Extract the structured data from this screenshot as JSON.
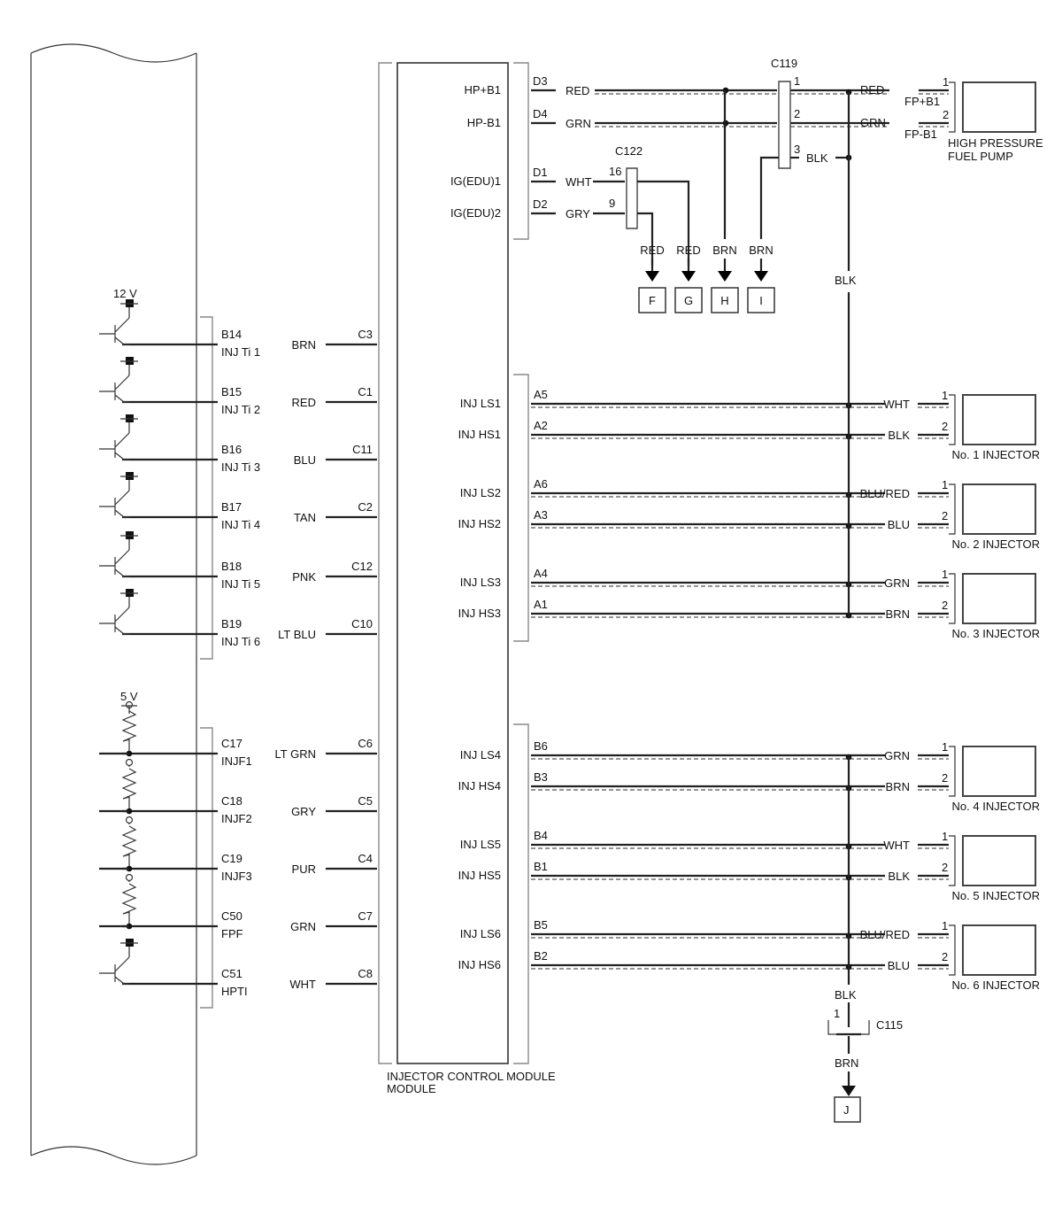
{
  "module": {
    "title": "INJECTOR CONTROL MODULE"
  },
  "pump": {
    "label": "HIGH PRESSURE FUEL PUMP"
  },
  "supply": {
    "v12": "12 V",
    "v5": "5 V"
  },
  "connectors": {
    "c119": "C119",
    "c122": "C122",
    "c115": "C115"
  },
  "left_circuits": [
    {
      "pin": "B14",
      "name": "INJ Ti 1",
      "color": "BRN",
      "icm_pin": "C3",
      "type": "switch"
    },
    {
      "pin": "B15",
      "name": "INJ Ti 2",
      "color": "RED",
      "icm_pin": "C1",
      "type": "switch"
    },
    {
      "pin": "B16",
      "name": "INJ Ti 3",
      "color": "BLU",
      "icm_pin": "C11",
      "type": "switch"
    },
    {
      "pin": "B17",
      "name": "INJ Ti 4",
      "color": "TAN",
      "icm_pin": "C2",
      "type": "switch"
    },
    {
      "pin": "B18",
      "name": "INJ Ti 5",
      "color": "PNK",
      "icm_pin": "C12",
      "type": "switch"
    },
    {
      "pin": "B19",
      "name": "INJ Ti 6",
      "color": "LT BLU",
      "icm_pin": "C10",
      "type": "switch"
    },
    {
      "pin": "C17",
      "name": "INJF1",
      "color": "LT GRN",
      "icm_pin": "C6",
      "type": "resistor"
    },
    {
      "pin": "C18",
      "name": "INJF2",
      "color": "GRY",
      "icm_pin": "C5",
      "type": "resistor"
    },
    {
      "pin": "C19",
      "name": "INJF3",
      "color": "PUR",
      "icm_pin": "C4",
      "type": "resistor"
    },
    {
      "pin": "C50",
      "name": "FPF",
      "color": "GRN",
      "icm_pin": "C7",
      "type": "resistor"
    },
    {
      "pin": "C51",
      "name": "HPTI",
      "color": "WHT",
      "icm_pin": "C8",
      "type": "switch"
    }
  ],
  "top_circuits": [
    {
      "name": "HP+B1",
      "pin": "D3",
      "color": "RED",
      "c119_pin": "1",
      "pump_color": "RED",
      "pump_pin": "1",
      "pump_name": "FP+B1"
    },
    {
      "name": "HP-B1",
      "pin": "D4",
      "color": "GRN",
      "c119_pin": "2",
      "pump_color": "GRN",
      "pump_pin": "2",
      "pump_name": "FP-B1"
    },
    {
      "name": "IG(EDU)1",
      "pin": "D1",
      "color": "WHT",
      "c122_pin": "16"
    },
    {
      "name": "IG(EDU)2",
      "pin": "D2",
      "color": "GRY",
      "c122_pin": "9"
    }
  ],
  "c119_pin3": {
    "pin": "3",
    "color": "BLK"
  },
  "outputs": [
    {
      "color": "RED",
      "dest": "F"
    },
    {
      "color": "RED",
      "dest": "G"
    },
    {
      "color": "BRN",
      "dest": "H"
    },
    {
      "color": "BRN",
      "dest": "I"
    }
  ],
  "bus": {
    "color_upper": "BLK",
    "color_lower": "BLK",
    "ground_color": "BRN",
    "ground_pin": "1",
    "ground_dest": "J"
  },
  "injectors": [
    {
      "label": "No. 1 INJECTOR",
      "ls": {
        "name": "INJ LS1",
        "pin": "A5",
        "color": "WHT"
      },
      "hs": {
        "name": "INJ HS1",
        "pin": "A2",
        "color": "BLK"
      }
    },
    {
      "label": "No. 2 INJECTOR",
      "ls": {
        "name": "INJ LS2",
        "pin": "A6",
        "color": "BLU/RED"
      },
      "hs": {
        "name": "INJ HS2",
        "pin": "A3",
        "color": "BLU"
      }
    },
    {
      "label": "No. 3 INJECTOR",
      "ls": {
        "name": "INJ LS3",
        "pin": "A4",
        "color": "GRN"
      },
      "hs": {
        "name": "INJ HS3",
        "pin": "A1",
        "color": "BRN"
      }
    },
    {
      "label": "No. 4 INJECTOR",
      "ls": {
        "name": "INJ LS4",
        "pin": "B6",
        "color": "GRN"
      },
      "hs": {
        "name": "INJ HS4",
        "pin": "B3",
        "color": "BRN"
      }
    },
    {
      "label": "No. 5 INJECTOR",
      "ls": {
        "name": "INJ LS5",
        "pin": "B4",
        "color": "WHT"
      },
      "hs": {
        "name": "INJ HS5",
        "pin": "B1",
        "color": "BLK"
      }
    },
    {
      "label": "No. 6 INJECTOR",
      "ls": {
        "name": "INJ LS6",
        "pin": "B5",
        "color": "BLU/RED"
      },
      "hs": {
        "name": "INJ HS6",
        "pin": "B2",
        "color": "BLU"
      }
    }
  ],
  "injector_pins": {
    "ls": "1",
    "hs": "2"
  }
}
